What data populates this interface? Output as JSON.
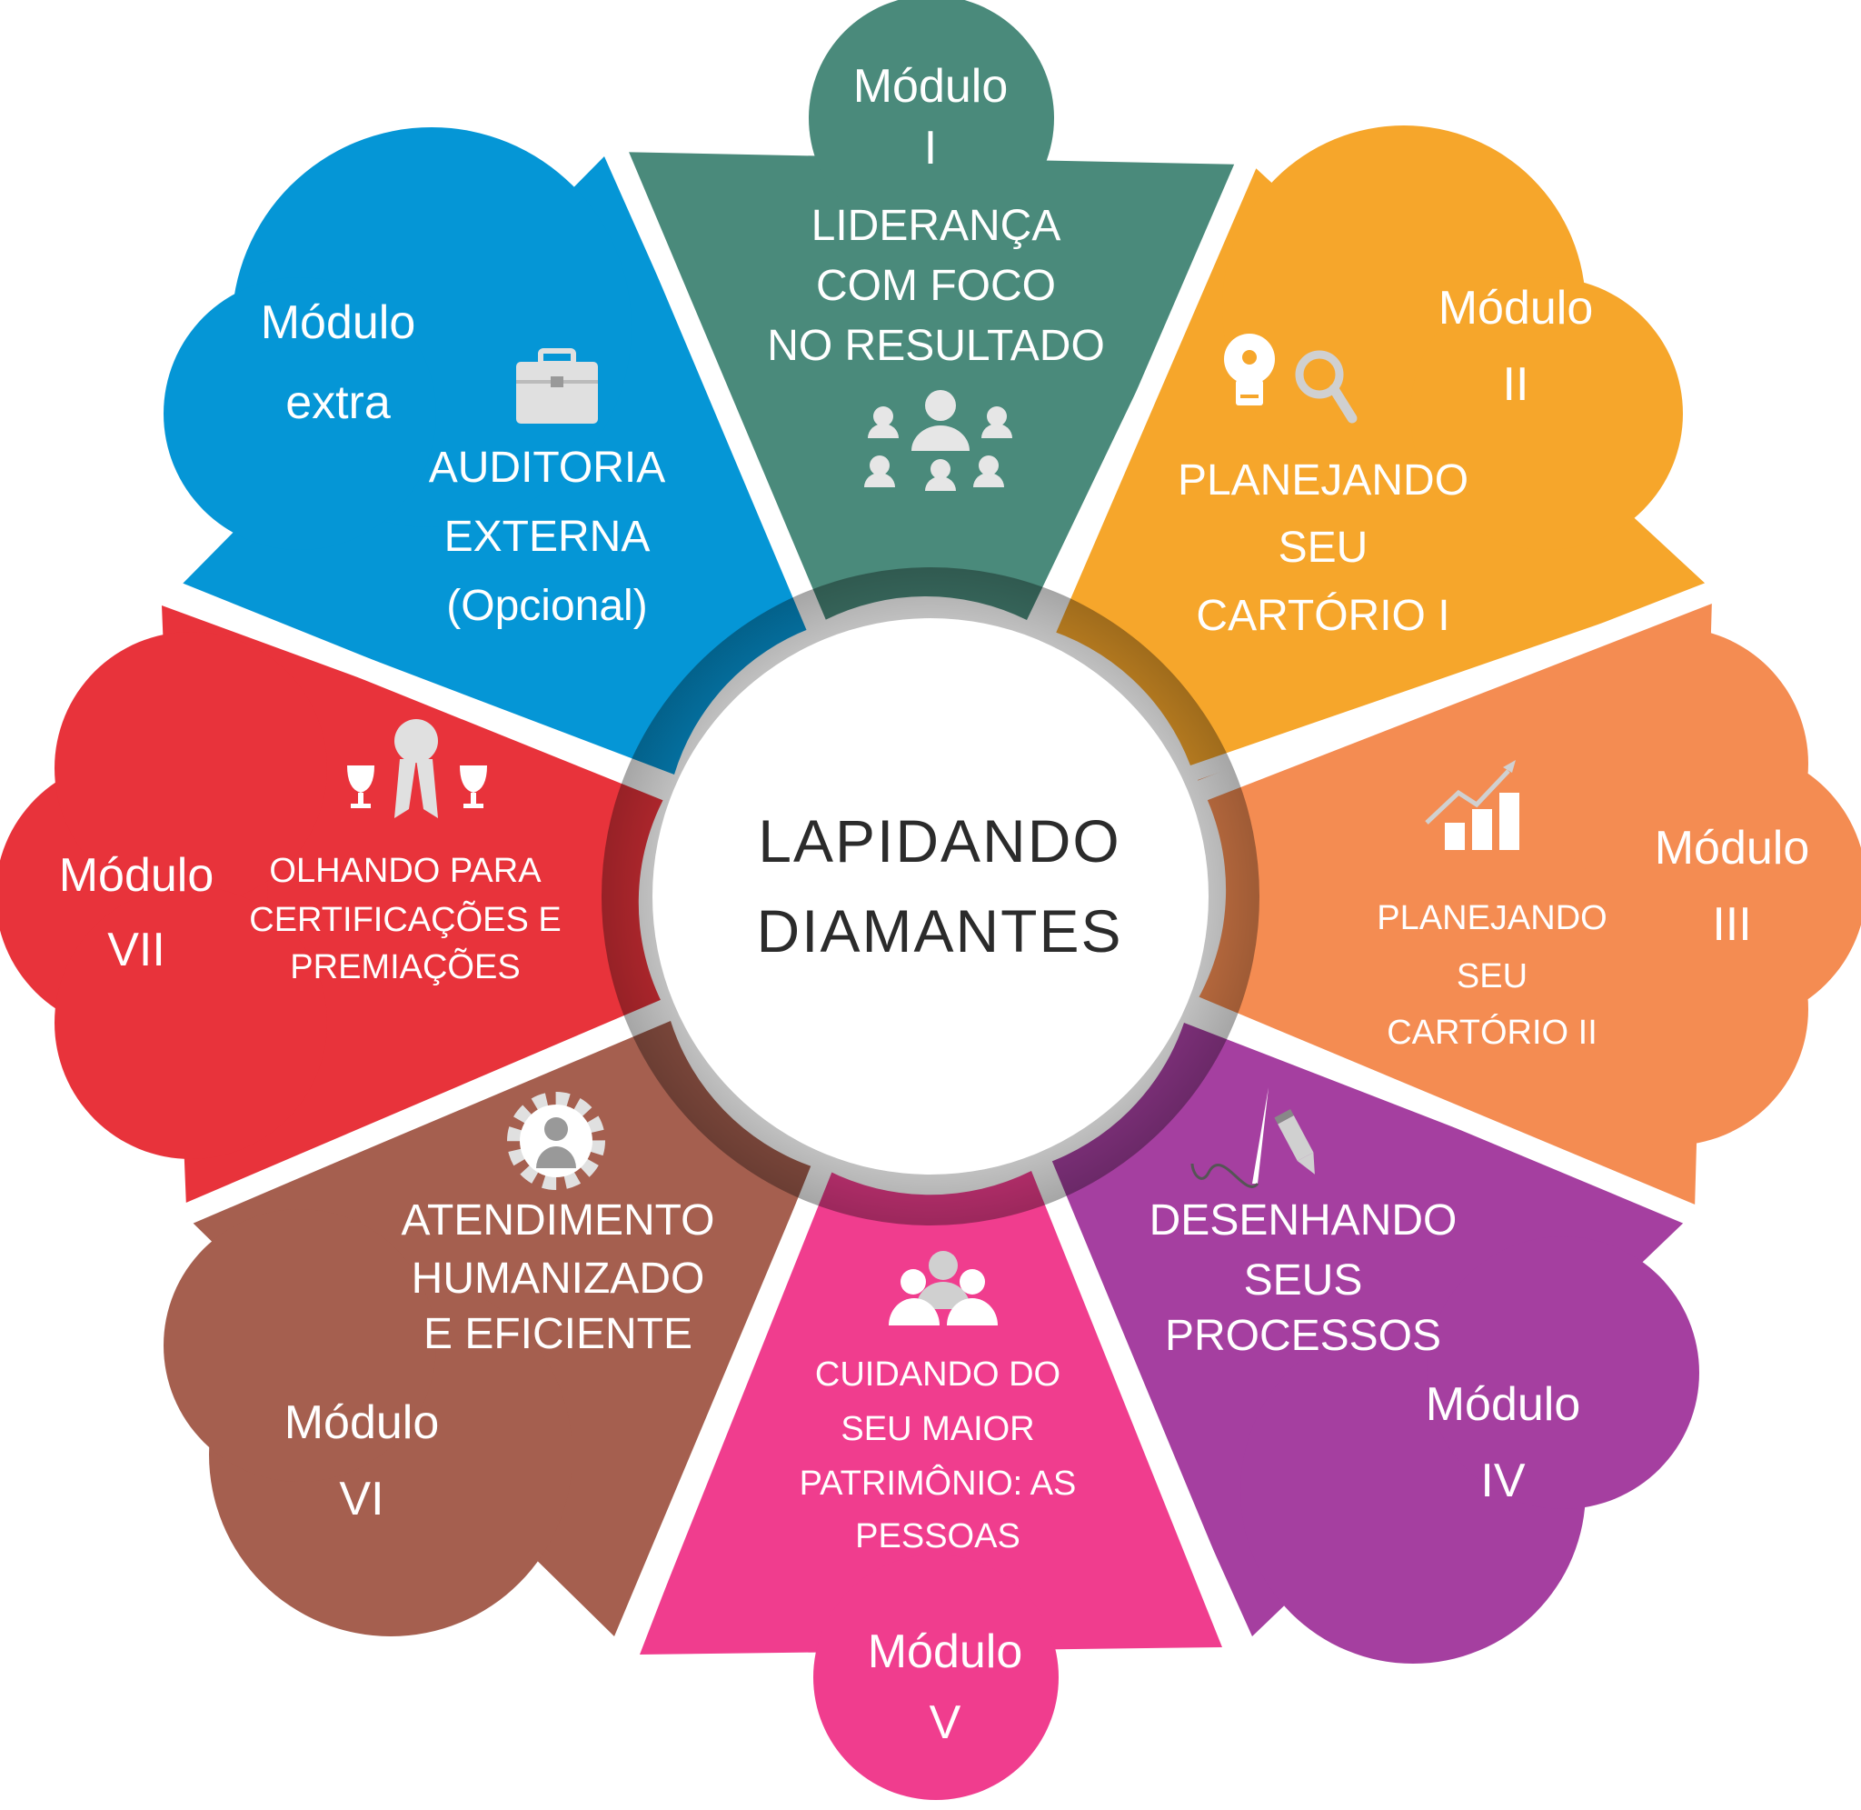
{
  "center": {
    "line1": "LAPIDANDO",
    "line2": "DIAMANTES"
  },
  "modules": [
    {
      "label": "Módulo",
      "number": "I",
      "title": [
        "LIDERANÇA",
        "COM FOCO",
        "NO RESULTADO"
      ],
      "icon": "team-icon",
      "color": "#4a8a7b"
    },
    {
      "label": "Módulo",
      "number": "II",
      "title": [
        "PLANEJANDO",
        "SEU",
        "CARTÓRIO I"
      ],
      "icon": "lightbulb-search-icon",
      "color": "#f6a62b"
    },
    {
      "label": "Módulo",
      "number": "III",
      "title": [
        "PLANEJANDO",
        "SEU",
        "CARTÓRIO II"
      ],
      "icon": "growth-chart-icon",
      "color": "#f48c52"
    },
    {
      "label": "Módulo",
      "number": "IV",
      "title": [
        "DESENHANDO",
        "SEUS",
        "PROCESSOS"
      ],
      "icon": "pen-pencil-icon",
      "color": "#a53fa0"
    },
    {
      "label": "Módulo",
      "number": "V",
      "title": [
        "CUIDANDO DO",
        "SEU MAIOR",
        "PATRIMÔNIO: AS",
        "PESSOAS"
      ],
      "icon": "people-group-icon",
      "color": "#f03d8e"
    },
    {
      "label": "Módulo",
      "number": "VI",
      "title": [
        "ATENDIMENTO",
        "HUMANIZADO",
        "E EFICIENTE"
      ],
      "icon": "gear-person-icon",
      "color": "#a55f4f"
    },
    {
      "label": "Módulo",
      "number": "VII",
      "title": [
        "OLHANDO PARA",
        "CERTIFICAÇÕES E",
        "PREMIAÇÕES"
      ],
      "icon": "awards-icon",
      "color": "#e8333b"
    },
    {
      "label": "Módulo",
      "number": "extra",
      "title": [
        "AUDITORIA",
        "EXTERNA",
        "(Opcional)"
      ],
      "icon": "briefcase-icon",
      "color": "#0596d6"
    }
  ]
}
